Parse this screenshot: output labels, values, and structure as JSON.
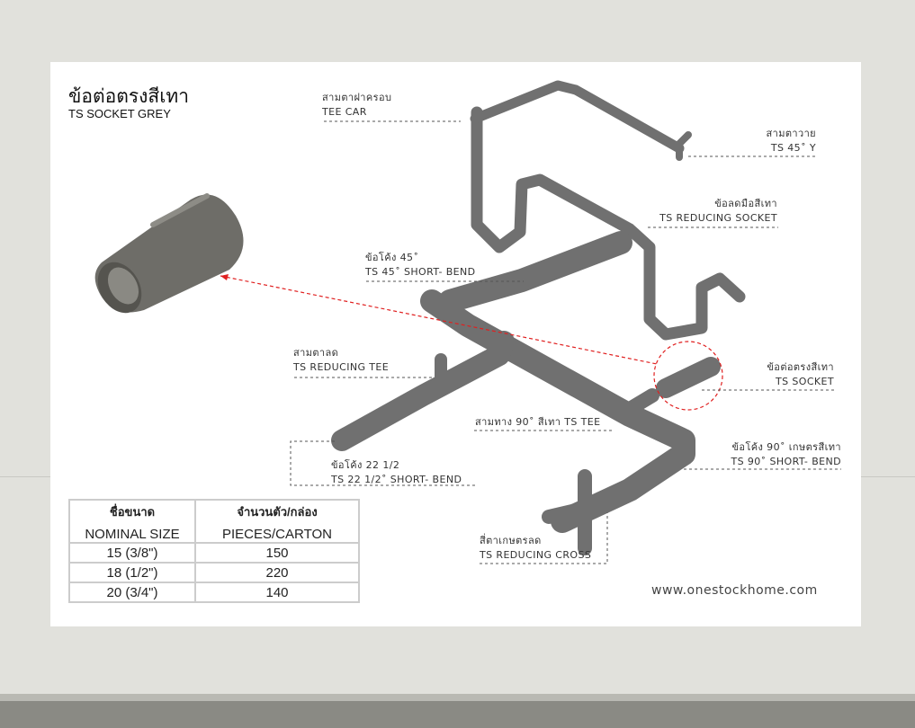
{
  "product": {
    "title_th": "ข้อต่อตรงสีเทา",
    "title_en": "TS SOCKET GREY"
  },
  "labels": [
    {
      "th": "สามตาฝาครอบ",
      "en": "TEE CAR"
    },
    {
      "th": "สามตาวาย",
      "en": "TS 45˚ Y"
    },
    {
      "th": "ข้อลดมือสีเทา",
      "en": "TS REDUCING SOCKET"
    },
    {
      "th": "ข้อโค้ง 45˚",
      "en": "TS 45˚ SHORT- BEND"
    },
    {
      "th": "สามตาลด",
      "en": "TS REDUCING TEE"
    },
    {
      "th": "ข้อต่อตรงสีเทา",
      "en": "TS SOCKET"
    },
    {
      "th": "สามทาง 90˚ สีเทา TS TEE",
      "en": ""
    },
    {
      "th": "ข้อโค้ง 22 1/2",
      "en": "TS 22 1/2˚ SHORT- BEND"
    },
    {
      "th": "ข้อโค้ง 90˚ เกษตรสีเทา",
      "en": "TS 90˚ SHORT- BEND"
    },
    {
      "th": "สี่ตาเกษตรลด",
      "en": "TS REDUCING CROSS"
    }
  ],
  "table": {
    "headers": [
      {
        "th": "ชื่อขนาด",
        "en": "NOMINAL SIZE"
      },
      {
        "th": "จำนวนตัว/กล่อง",
        "en": "PIECES/CARTON"
      }
    ],
    "rows": [
      [
        "15 (3/8\")",
        "150"
      ],
      [
        "18 (1/2\")",
        "220"
      ],
      [
        "20 (3/4\")",
        "140"
      ]
    ]
  },
  "website": "www.onestockhome.com",
  "colors": {
    "pipe": "#727272",
    "highlight": "#e02020"
  }
}
